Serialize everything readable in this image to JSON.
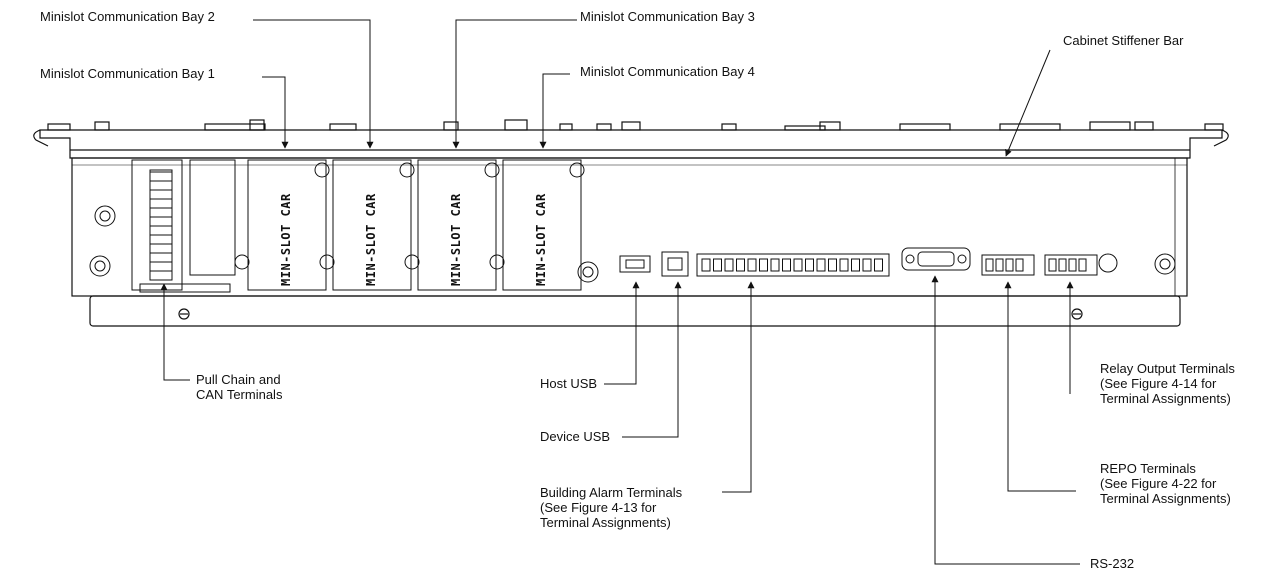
{
  "callouts": {
    "bay1": "Minislot Communication Bay 1",
    "bay2": "Minislot Communication Bay 2",
    "bay3": "Minislot Communication Bay 3",
    "bay4": "Minislot Communication Bay 4",
    "stiffener": "Cabinet Stiffener Bar",
    "pull_chain": [
      "Pull Chain and",
      "CAN Terminals"
    ],
    "host_usb": "Host USB",
    "device_usb": "Device USB",
    "building_alarm": [
      "Building Alarm Terminals",
      "(See Figure 4-13 for",
      "Terminal Assignments)"
    ],
    "relay_output": [
      "Relay Output Terminals",
      "(See Figure 4-14 for",
      "Terminal Assignments)"
    ],
    "repo": [
      "REPO Terminals",
      "(See Figure 4-22 for",
      "Terminal Assignments)"
    ],
    "rs232": "RS-232"
  },
  "slot_label": "MIN-SLOT CAR",
  "colors": {
    "line": "#111111",
    "background": "#ffffff"
  }
}
